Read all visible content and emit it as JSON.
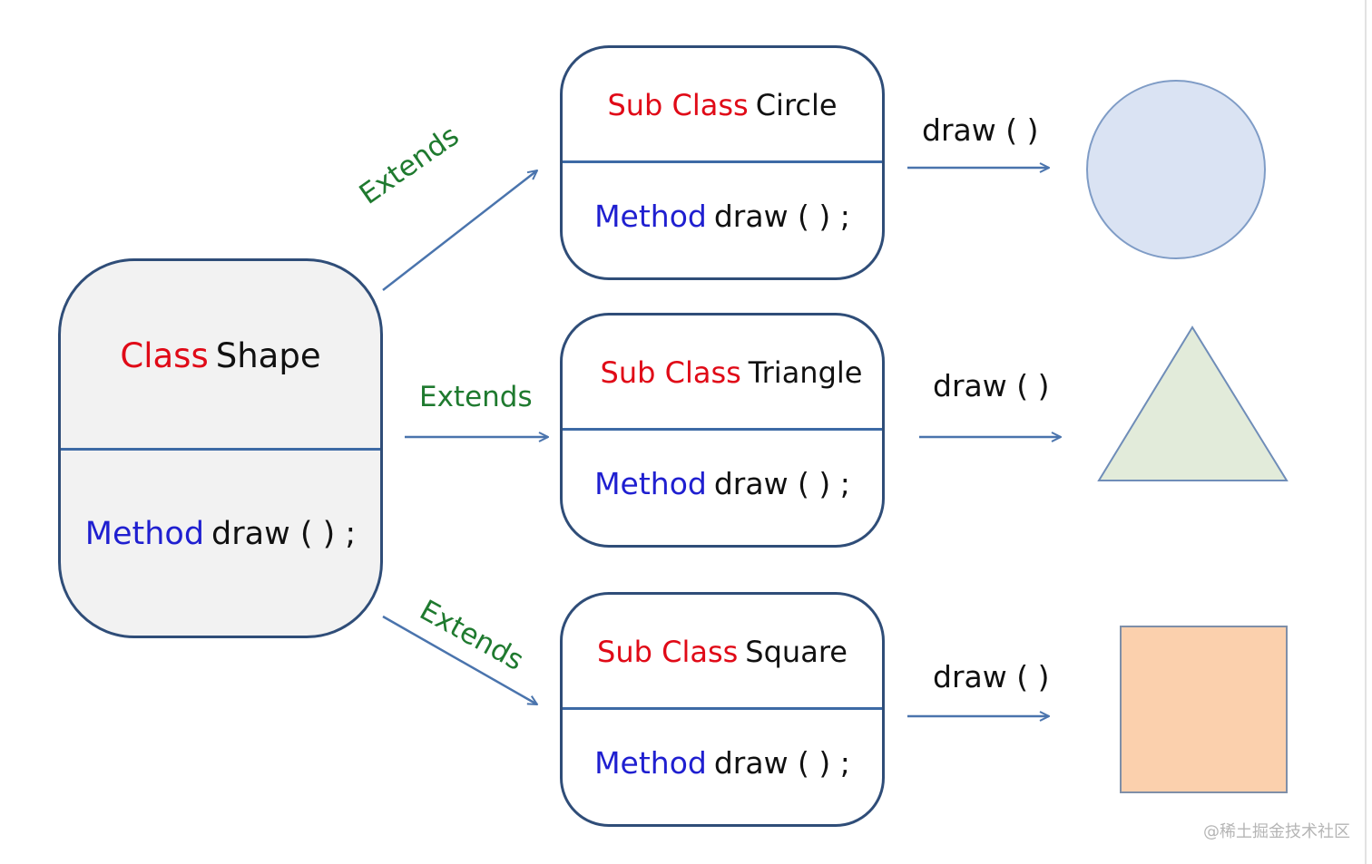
{
  "colors": {
    "keyword_red": "#e00a17",
    "keyword_blue": "#1f1fd0",
    "extends_green": "#1f7a2f",
    "border_navy": "#2f4d78",
    "arrow_blue": "#4a74ad",
    "circle_fill": "#dae3f3",
    "triangle_fill": "#e2ebda",
    "square_fill": "#fbd0ad"
  },
  "parent": {
    "keyword": "Class",
    "name": "Shape",
    "method_keyword": "Method",
    "method_sig": "draw ( ) ;"
  },
  "subclasses": [
    {
      "keyword": "Sub Class",
      "name": "Circle",
      "method_keyword": "Method",
      "method_sig": "draw ( ) ;",
      "shape_icon": "circle-icon"
    },
    {
      "keyword": "Sub Class",
      "name": "Triangle",
      "method_keyword": "Method",
      "method_sig": "draw ( ) ;",
      "shape_icon": "triangle-icon"
    },
    {
      "keyword": "Sub Class",
      "name": "Square",
      "method_keyword": "Method",
      "method_sig": "draw ( ) ;",
      "shape_icon": "square-icon"
    }
  ],
  "edges": {
    "extends_label": "Extends",
    "draw_label": "draw ( )"
  },
  "watermark": "@稀土掘金技术社区"
}
